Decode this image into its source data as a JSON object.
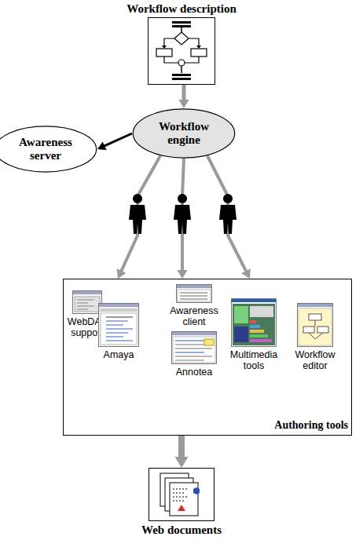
{
  "diagram": {
    "nodes": [
      {
        "text": [
          "Workflow description"
        ]
      },
      {
        "text": [
          "Workflow engine"
        ]
      },
      {
        "text": [
          "Awareness server"
        ]
      },
      {
        "text": [
          "Authoring tools"
        ]
      },
      {
        "text": [
          "WebDAV support"
        ],
        "in": 3
      },
      {
        "text": [
          "Amaya"
        ],
        "in": 3
      },
      {
        "text": [
          "Awareness client"
        ],
        "in": 3
      },
      {
        "text": [
          "Annotea"
        ],
        "in": 3
      },
      {
        "text": [
          "Multimedia tools"
        ],
        "in": 3
      },
      {
        "text": [
          "Workflow editor"
        ],
        "in": 3
      },
      {
        "text": [
          "Web documents"
        ]
      }
    ],
    "edges": [
      {
        "from": 0,
        "to": 1,
        "arrow": "to"
      },
      {
        "from": 1,
        "to": 2,
        "arrow": "to"
      },
      {
        "from": 1,
        "to": 3,
        "arrow": "to"
      },
      {
        "from": 1,
        "to": 3,
        "arrow": "to"
      },
      {
        "from": 1,
        "to": 3,
        "arrow": "to"
      },
      {
        "from": 3,
        "to": 10,
        "arrow": "to"
      }
    ]
  }
}
